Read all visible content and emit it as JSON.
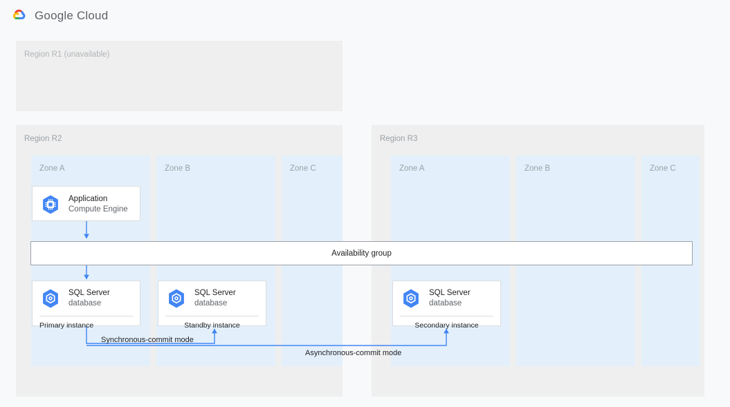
{
  "header": {
    "product": "Google Cloud",
    "logo_icon": "google-cloud-logo",
    "logo_colors": {
      "red": "#ea4335",
      "yellow": "#fbbc04",
      "green": "#34a853",
      "blue": "#4285f4"
    }
  },
  "theme": {
    "page_bg": "#f8f9fa",
    "region_bg": "#efefef",
    "zone_bg": "#e3f0fb",
    "card_bg": "#ffffff",
    "card_border": "#dadce0",
    "accent_blue": "#4285f4",
    "connector_blue": "#4285f4",
    "icon_blue": "#4285f4",
    "label_grey": "#9aa0a6",
    "text_dark": "#202124"
  },
  "regions": [
    {
      "id": "r1",
      "label": "Region R1 (unavailable)",
      "unavailable": true,
      "zones": []
    },
    {
      "id": "r2",
      "label": "Region R2",
      "unavailable": false,
      "zones": [
        {
          "id": "r2-za",
          "label": "Zone A"
        },
        {
          "id": "r2-zb",
          "label": "Zone B"
        },
        {
          "id": "r2-zc",
          "label": "Zone C"
        }
      ]
    },
    {
      "id": "r3",
      "label": "Region R3",
      "unavailable": false,
      "zones": [
        {
          "id": "r3-za",
          "label": "Zone A"
        },
        {
          "id": "r3-zb",
          "label": "Zone B"
        },
        {
          "id": "r3-zc",
          "label": "Zone C"
        }
      ]
    }
  ],
  "cards": {
    "application": {
      "title": "Application",
      "subtitle": "Compute Engine",
      "icon": "compute-engine-icon",
      "footer": null
    },
    "primary_db": {
      "title": "SQL Server",
      "subtitle": "database",
      "icon": "sql-server-database-icon",
      "footer": "Primary instance"
    },
    "standby_db": {
      "title": "SQL Server",
      "subtitle": "database",
      "icon": "sql-server-database-icon",
      "footer": "Standby instance"
    },
    "secondary_db": {
      "title": "SQL Server",
      "subtitle": "database",
      "icon": "sql-server-database-icon",
      "footer": "Secondary instance"
    }
  },
  "availability_group": {
    "label": "Availability group"
  },
  "connectors": {
    "synchronous": "Synchronous-commit mode",
    "asynchronous": "Asynchronous-commit mode"
  }
}
